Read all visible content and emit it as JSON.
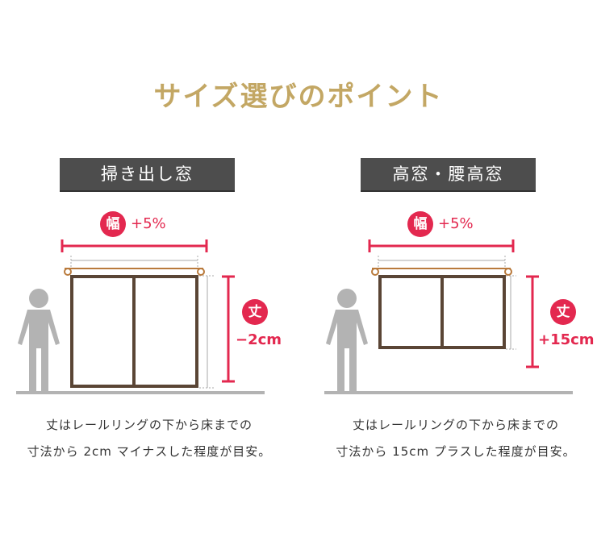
{
  "title": "サイズ選びのポイント",
  "panels": [
    {
      "label": "掃き出し窓",
      "width_badge": "幅",
      "width_value": "+5%",
      "height_badge": "丈",
      "height_value": "−2cm",
      "note_line1": "丈はレールリングの下から床までの",
      "note_line2": "寸法から 2cm マイナスした程度が目安。"
    },
    {
      "label": "高窓・腰高窓",
      "width_badge": "幅",
      "width_value": "+5%",
      "height_badge": "丈",
      "height_value": "+15cm",
      "note_line1": "丈はレールリングの下から床までの",
      "note_line2": "寸法から 15cm プラスした程度が目安。"
    }
  ],
  "colors": {
    "title": "#c3a764",
    "accent": "#e3284f",
    "frame": "#5a4535",
    "rail": "#b97a3c",
    "label_bg": "#4d4d4d",
    "person": "#b3b3b3"
  }
}
